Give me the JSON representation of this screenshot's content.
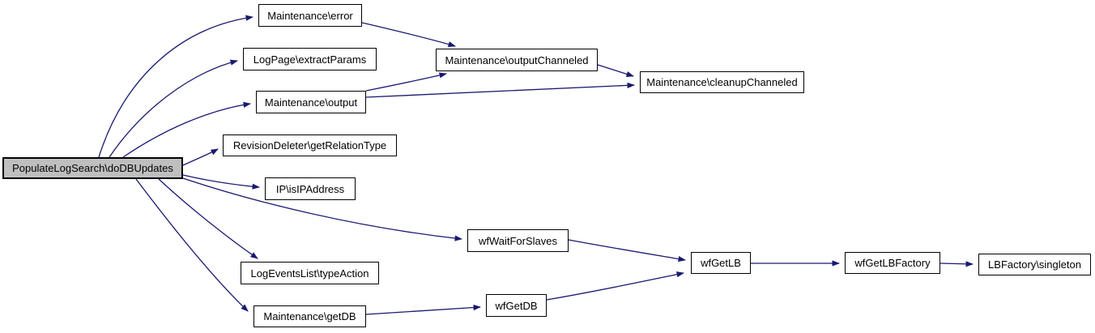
{
  "diagram": {
    "type": "call-graph",
    "highlight_node": "PopulateLogSearch\\doDBUpdates",
    "colors": {
      "edge": "#191970",
      "node_border": "#000000",
      "node_fill": "#ffffff",
      "highlight_fill": "#bfbfbf",
      "background": "#ffffff",
      "text": "#000000"
    },
    "nodes": [
      {
        "id": "doDBUpdates",
        "label": "PopulateLogSearch\\doDBUpdates",
        "highlighted": true
      },
      {
        "id": "error",
        "label": "Maintenance\\error",
        "highlighted": false
      },
      {
        "id": "extractParams",
        "label": "LogPage\\extractParams",
        "highlighted": false
      },
      {
        "id": "outputChanneled",
        "label": "Maintenance\\outputChanneled",
        "highlighted": false
      },
      {
        "id": "output",
        "label": "Maintenance\\output",
        "highlighted": false
      },
      {
        "id": "cleanupChanneled",
        "label": "Maintenance\\cleanupChanneled",
        "highlighted": false
      },
      {
        "id": "getRelationType",
        "label": "RevisionDeleter\\getRelationType",
        "highlighted": false
      },
      {
        "id": "isIPAddress",
        "label": "IP\\isIPAddress",
        "highlighted": false
      },
      {
        "id": "wfWaitForSlaves",
        "label": "wfWaitForSlaves",
        "highlighted": false
      },
      {
        "id": "typeAction",
        "label": "LogEventsList\\typeAction",
        "highlighted": false
      },
      {
        "id": "getDB",
        "label": "Maintenance\\getDB",
        "highlighted": false
      },
      {
        "id": "wfGetDB",
        "label": "wfGetDB",
        "highlighted": false
      },
      {
        "id": "wfGetLB",
        "label": "wfGetLB",
        "highlighted": false
      },
      {
        "id": "wfGetLBFactory",
        "label": "wfGetLBFactory",
        "highlighted": false
      },
      {
        "id": "singleton",
        "label": "LBFactory\\singleton",
        "highlighted": false
      }
    ],
    "edges": [
      {
        "from": "doDBUpdates",
        "to": "error"
      },
      {
        "from": "doDBUpdates",
        "to": "extractParams"
      },
      {
        "from": "doDBUpdates",
        "to": "output"
      },
      {
        "from": "doDBUpdates",
        "to": "getRelationType"
      },
      {
        "from": "doDBUpdates",
        "to": "isIPAddress"
      },
      {
        "from": "doDBUpdates",
        "to": "wfWaitForSlaves"
      },
      {
        "from": "doDBUpdates",
        "to": "typeAction"
      },
      {
        "from": "doDBUpdates",
        "to": "getDB"
      },
      {
        "from": "error",
        "to": "outputChanneled"
      },
      {
        "from": "output",
        "to": "outputChanneled"
      },
      {
        "from": "output",
        "to": "cleanupChanneled"
      },
      {
        "from": "outputChanneled",
        "to": "cleanupChanneled"
      },
      {
        "from": "wfWaitForSlaves",
        "to": "wfGetLB"
      },
      {
        "from": "getDB",
        "to": "wfGetDB"
      },
      {
        "from": "wfGetDB",
        "to": "wfGetLB"
      },
      {
        "from": "wfGetLB",
        "to": "wfGetLBFactory"
      },
      {
        "from": "wfGetLBFactory",
        "to": "singleton"
      }
    ]
  }
}
